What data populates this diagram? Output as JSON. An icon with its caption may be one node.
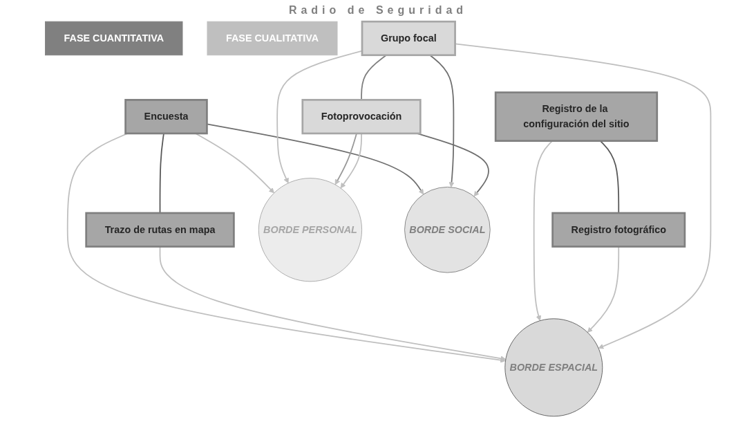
{
  "diagram": {
    "title": "Radio de Seguridad",
    "nodes": [
      {
        "text": [
          "FASE CUANTITATIVA"
        ]
      },
      {
        "text": [
          "FASE CUALITATIVA"
        ]
      },
      {
        "text": [
          "Encuesta"
        ]
      },
      {
        "text": [
          "Trazo de rutas en mapa"
        ]
      },
      {
        "text": [
          "Registro de la configuración del sitio"
        ]
      },
      {
        "text": [
          "Registro fotográfico"
        ]
      },
      {
        "text": [
          "Grupo focal"
        ]
      },
      {
        "text": [
          "Fotoprovocación"
        ]
      },
      {
        "text": [
          "BORDE ESPACIAL"
        ]
      },
      {
        "text": [
          "BORDE PERSONAL"
        ]
      },
      {
        "text": [
          "BORDE SOCIAL"
        ]
      }
    ],
    "edges": [
      {
        "from": 2,
        "to": 3,
        "arrow": "none",
        "color": "#595959"
      },
      {
        "from": 4,
        "to": 5,
        "arrow": "none",
        "color": "#595959"
      },
      {
        "from": 6,
        "to": 7,
        "arrow": "none",
        "color": "#7f7f7f"
      },
      {
        "from": 2,
        "to": 8,
        "arrow": "to"
      },
      {
        "from": 2,
        "to": 9,
        "arrow": "to"
      },
      {
        "from": 2,
        "to": 10,
        "arrow": "to",
        "color": "#6f6f6f"
      },
      {
        "from": 3,
        "to": 8,
        "arrow": "to"
      },
      {
        "from": 4,
        "to": 8,
        "arrow": "to"
      },
      {
        "from": 5,
        "to": 8,
        "arrow": "to"
      },
      {
        "from": 6,
        "to": 8,
        "arrow": "to"
      },
      {
        "from": 6,
        "to": 9,
        "arrow": "to"
      },
      {
        "from": 6,
        "to": 10,
        "arrow": "to",
        "color": "#6f6f6f"
      },
      {
        "from": 7,
        "to": 9,
        "arrow": "to",
        "color": "#999999"
      },
      {
        "from": 7,
        "to": 9,
        "arrow": "to"
      },
      {
        "from": 7,
        "to": 10,
        "arrow": "to",
        "color": "#6f6f6f"
      }
    ]
  }
}
